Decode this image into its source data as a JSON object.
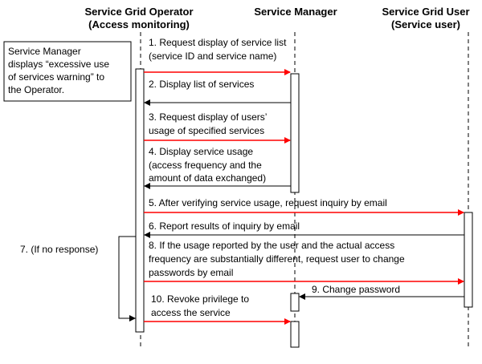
{
  "participants": [
    {
      "line1": "Service Grid Operator",
      "line2": "(Access monitoring)"
    },
    {
      "line1": "Service Manager",
      "line2": ""
    },
    {
      "line1": "Service Grid User",
      "line2": "(Service user)"
    }
  ],
  "note": {
    "lines": [
      "Service Manager",
      "displays “excessive use",
      "of services warning” to",
      "the Operator."
    ]
  },
  "self_call_label": "7. (If no response)",
  "messages": [
    {
      "lines": [
        "1. Request display of service list",
        "(service ID and service name)"
      ],
      "color": "#ff0000"
    },
    {
      "lines": [
        "2. Display list of services"
      ],
      "color": "#000000"
    },
    {
      "lines": [
        "3. Request display of users’",
        "usage of specified  services"
      ],
      "color": "#ff0000"
    },
    {
      "lines": [
        "4. Display service usage",
        "(access frequency and the",
        "amount of data exchanged)"
      ],
      "color": "#000000"
    },
    {
      "lines": [
        "5. After verifying service usage, request inquiry by email"
      ],
      "color": "#ff0000"
    },
    {
      "lines": [
        "6. Report results of inquiry by email"
      ],
      "color": "#000000"
    },
    {
      "lines": [
        "8. If the usage reported by the user and the actual access",
        "frequency are substantially different, request user to change",
        "passwords by email"
      ],
      "color": "#ff0000"
    },
    {
      "lines": [
        "9. Change password"
      ],
      "color": "#000000"
    },
    {
      "lines": [
        "10. Revoke privilege to",
        "access the service"
      ],
      "color": "#ff0000"
    }
  ]
}
